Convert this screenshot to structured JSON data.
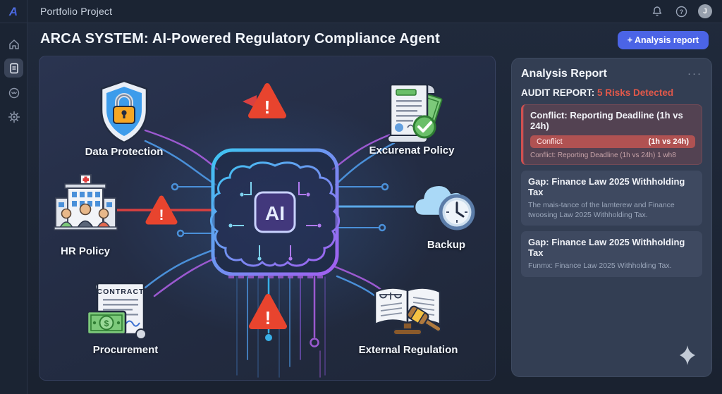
{
  "topbar": {
    "brand_letter": "A",
    "title": "Portfolio Project",
    "avatar_initial": "J"
  },
  "header": {
    "title": "ARCA SYSTEM: AI-Powered Regulatory Compliance Agent",
    "analysis_button": "+ Analysis report"
  },
  "sidebar": {
    "items": [
      {
        "id": "home"
      },
      {
        "id": "documents",
        "active": true
      },
      {
        "id": "activity"
      },
      {
        "id": "settings"
      }
    ]
  },
  "diagram": {
    "core_label": "AI",
    "contract_text": "CONTRACT",
    "alert_count": 3,
    "nodes": [
      {
        "id": "data-protection",
        "label": "Data Protection"
      },
      {
        "id": "excurenat-policy",
        "label": "Excurenat Policy"
      },
      {
        "id": "hr-policy",
        "label": "HR Policy"
      },
      {
        "id": "backup",
        "label": "Backup"
      },
      {
        "id": "procurement",
        "label": "Procurement"
      },
      {
        "id": "external-regulation",
        "label": "External Regulation"
      }
    ]
  },
  "panel": {
    "title": "Analysis Report",
    "menu_icon": "···",
    "audit_label": "AUDIT REPORT:",
    "audit_value": "5 Risks Detected",
    "cards": [
      {
        "type": "conflict",
        "title": "Conflict: Reporting Deadline (1h vs 24h)",
        "pill_left": "Conflict",
        "pill_right": "(1h vs 24h)",
        "detail": "Conflict: Reporting Deadline (1h vs 24h) 1 wh8"
      },
      {
        "type": "gap",
        "title": "Gap: Finance Law 2025 Withholding Tax",
        "detail": "The mais-tance of the lamterew and Finance twoosing Law 2025 Withholding Tax."
      },
      {
        "type": "gap",
        "title": "Gap: Finance Law 2025 Withholding Tax",
        "detail": "Funmx: Finance Law 2025 Withholding Tax."
      }
    ]
  },
  "colors": {
    "accent_blue": "#4b64e6",
    "risk_red": "#e0584a",
    "conflict_border": "#d05050",
    "chip_cyan": "#3ec6f2",
    "chip_purple": "#a35df0"
  }
}
